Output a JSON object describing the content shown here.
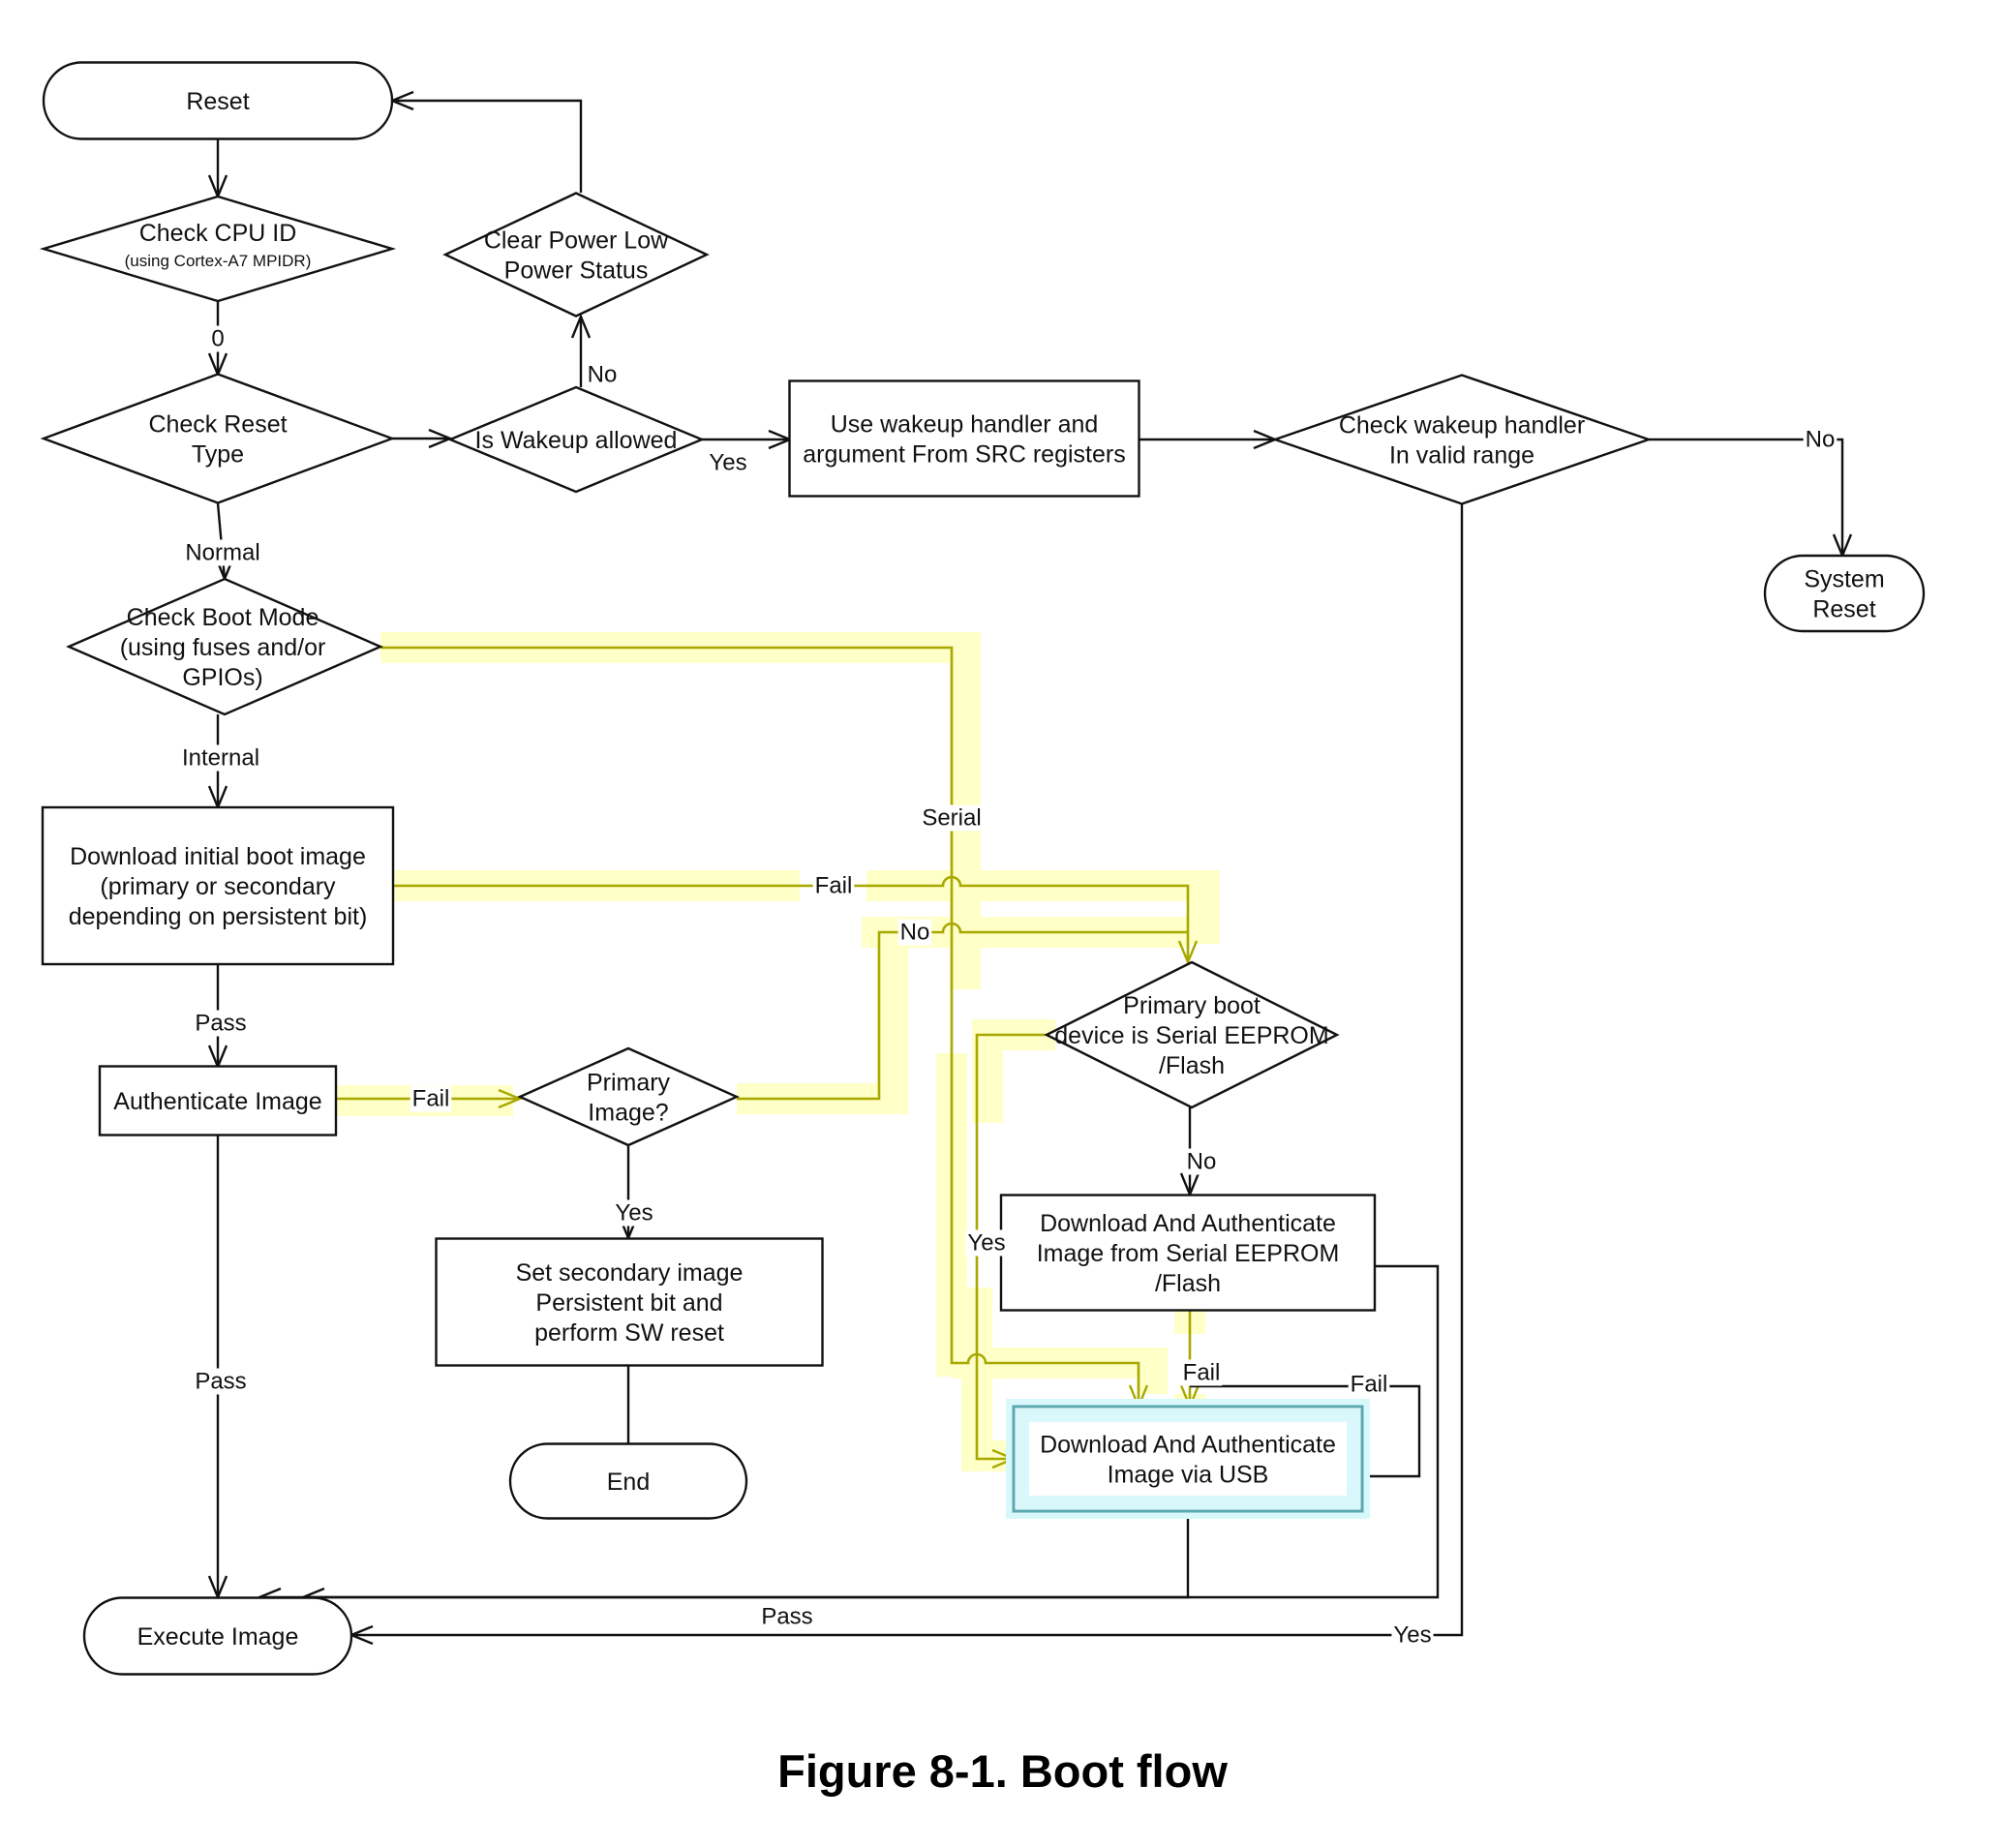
{
  "figure": {
    "caption": "Figure 8-1. Boot flow"
  },
  "colors": {
    "line": "#111111",
    "highlight_path": "#a8a800",
    "highlight_halo": "#ffffc8",
    "selected_border": "#5aa8b0",
    "selected_halo": "#d8f8fc"
  },
  "nodes": [
    {
      "id": "reset",
      "type": "terminator",
      "lines": [
        "Reset"
      ]
    },
    {
      "id": "check-cpu-id",
      "type": "decision",
      "lines": [
        "Check CPU ID"
      ],
      "sublines": [
        "(using Cortex-A7 MPIDR)"
      ]
    },
    {
      "id": "check-reset-type",
      "type": "decision",
      "lines": [
        "Check Reset",
        "Type"
      ]
    },
    {
      "id": "is-wakeup-allowed",
      "type": "decision",
      "lines": [
        "Is Wakeup allowed"
      ]
    },
    {
      "id": "clear-power-low",
      "type": "decision",
      "lines": [
        "Clear Power Low",
        "Power Status"
      ]
    },
    {
      "id": "use-wakeup-handler",
      "type": "process",
      "lines": [
        "Use wakeup handler and",
        "argument From SRC registers"
      ]
    },
    {
      "id": "check-wakeup-range",
      "type": "decision",
      "lines": [
        "Check wakeup handler",
        "In valid range"
      ]
    },
    {
      "id": "system-reset",
      "type": "terminator",
      "lines": [
        "System",
        "Reset"
      ]
    },
    {
      "id": "check-boot-mode",
      "type": "decision",
      "lines": [
        "Check Boot Mode",
        "(using fuses and/or",
        "GPIOs)"
      ]
    },
    {
      "id": "download-initial",
      "type": "process",
      "lines": [
        "Download initial boot image",
        "(primary or secondary",
        "depending on persistent bit)"
      ]
    },
    {
      "id": "authenticate-image",
      "type": "process",
      "lines": [
        "Authenticate Image"
      ]
    },
    {
      "id": "primary-image",
      "type": "decision",
      "lines": [
        "Primary",
        "Image?"
      ]
    },
    {
      "id": "set-secondary",
      "type": "process",
      "lines": [
        "Set secondary image",
        "Persistent bit and",
        "perform SW reset"
      ]
    },
    {
      "id": "end",
      "type": "terminator",
      "lines": [
        "End"
      ]
    },
    {
      "id": "primary-boot-device",
      "type": "decision",
      "lines": [
        "Primary boot",
        "device is Serial EEPROM",
        "/Flash"
      ]
    },
    {
      "id": "download-serial-eeprom",
      "type": "process",
      "lines": [
        "Download And Authenticate",
        "Image from Serial EEPROM",
        "/Flash"
      ]
    },
    {
      "id": "download-usb",
      "type": "process",
      "selected": true,
      "lines": [
        "Download And Authenticate",
        "Image via USB"
      ]
    },
    {
      "id": "execute-image",
      "type": "terminator",
      "lines": [
        "Execute Image"
      ]
    }
  ],
  "edges": [
    {
      "id": "reset-to-cpu",
      "from": "reset",
      "to": "check-cpu-id",
      "label": ""
    },
    {
      "id": "cpu-to-reset-type",
      "from": "check-cpu-id",
      "to": "check-reset-type",
      "label": "0"
    },
    {
      "id": "reset-type-to-wakeup",
      "from": "check-reset-type",
      "to": "is-wakeup-allowed",
      "label": ""
    },
    {
      "id": "wakeup-no",
      "from": "is-wakeup-allowed",
      "to": "clear-power-low",
      "label": "No"
    },
    {
      "id": "clear-to-reset",
      "from": "clear-power-low",
      "to": "reset",
      "label": ""
    },
    {
      "id": "wakeup-yes",
      "from": "is-wakeup-allowed",
      "to": "use-wakeup-handler",
      "label": "Yes"
    },
    {
      "id": "handler-to-range",
      "from": "use-wakeup-handler",
      "to": "check-wakeup-range",
      "label": ""
    },
    {
      "id": "range-no",
      "from": "check-wakeup-range",
      "to": "system-reset",
      "label": "No"
    },
    {
      "id": "range-yes",
      "from": "check-wakeup-range",
      "to": "execute-image",
      "label": "Yes"
    },
    {
      "id": "reset-type-normal",
      "from": "check-reset-type",
      "to": "check-boot-mode",
      "label": "Normal"
    },
    {
      "id": "boot-mode-internal",
      "from": "check-boot-mode",
      "to": "download-initial",
      "label": "Internal"
    },
    {
      "id": "boot-mode-serial",
      "from": "check-boot-mode",
      "to": "download-usb",
      "label": "Serial",
      "highlighted": true
    },
    {
      "id": "download-fail",
      "from": "download-initial",
      "to": "primary-boot-device",
      "label": "Fail",
      "highlighted": true
    },
    {
      "id": "download-pass",
      "from": "download-initial",
      "to": "authenticate-image",
      "label": "Pass"
    },
    {
      "id": "auth-fail",
      "from": "authenticate-image",
      "to": "primary-image",
      "label": "Fail",
      "highlighted": true
    },
    {
      "id": "auth-pass",
      "from": "authenticate-image",
      "to": "execute-image",
      "label": "Pass"
    },
    {
      "id": "primary-image-no",
      "from": "primary-image",
      "to": "primary-boot-device",
      "label": "No",
      "highlighted": true
    },
    {
      "id": "primary-image-yes",
      "from": "primary-image",
      "to": "set-secondary",
      "label": "Yes"
    },
    {
      "id": "set-secondary-to-end",
      "from": "set-secondary",
      "to": "end",
      "label": ""
    },
    {
      "id": "boot-device-yes",
      "from": "primary-boot-device",
      "to": "download-usb",
      "label": "Yes",
      "highlighted": true
    },
    {
      "id": "boot-device-no",
      "from": "primary-boot-device",
      "to": "download-serial-eeprom",
      "label": "No"
    },
    {
      "id": "serial-eeprom-fail",
      "from": "download-serial-eeprom",
      "to": "download-usb",
      "label": "Fail",
      "highlighted": true
    },
    {
      "id": "serial-eeprom-pass",
      "from": "download-serial-eeprom",
      "to": "execute-image",
      "label": ""
    },
    {
      "id": "usb-fail",
      "from": "download-usb",
      "to": "download-usb",
      "label": "Fail"
    },
    {
      "id": "usb-pass",
      "from": "download-usb",
      "to": "execute-image",
      "label": "Pass"
    }
  ]
}
